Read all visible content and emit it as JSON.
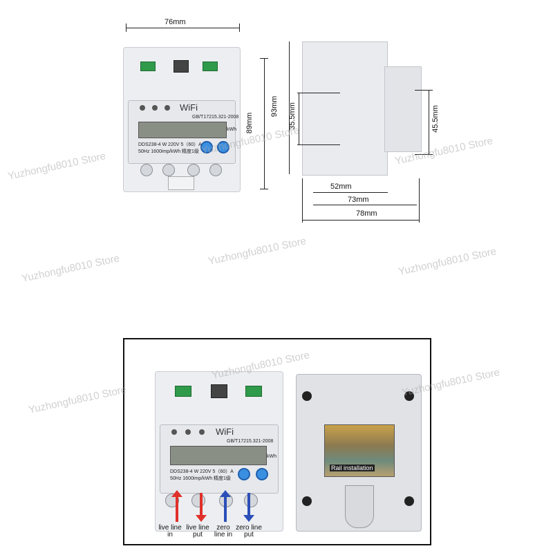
{
  "top_front": {
    "width_label": "76mm",
    "height_outer_label": "89mm",
    "screen_brand": "WiFi",
    "standard": "GB/T17215.321-2008",
    "model_line": "DDS238-4 W 220V 5（60）A",
    "freq_line": "50Hz 1600imp/kWh 精度1级",
    "unit": "kWh"
  },
  "top_side": {
    "height_label": "93mm",
    "depth_small_label": "35.5mm",
    "depth_right_label": "45.5mm",
    "dim_52": "52mm",
    "dim_73": "73mm",
    "dim_78": "78mm"
  },
  "bottom_front": {
    "screen_brand": "WiFi",
    "standard": "GB/T17215.321-2008",
    "model_line": "DDS238-4 W 220V 5（60）A",
    "freq_line": "50Hz 1600imp/kWh 精度1级",
    "unit": "kWh",
    "labels": [
      {
        "text": "live line in"
      },
      {
        "text": "live line put"
      },
      {
        "text": "zero line in"
      },
      {
        "text": "zero line put"
      }
    ]
  },
  "bottom_back": {
    "rail_label": "Rail installation"
  },
  "watermark": "Yuzhongfu8010 Store",
  "colors": {
    "red_arrow": "#e0302a",
    "blue_arrow": "#2b4fb8",
    "terminal_green": "#2f9a4a",
    "button_blue": "#3b8fe0"
  }
}
